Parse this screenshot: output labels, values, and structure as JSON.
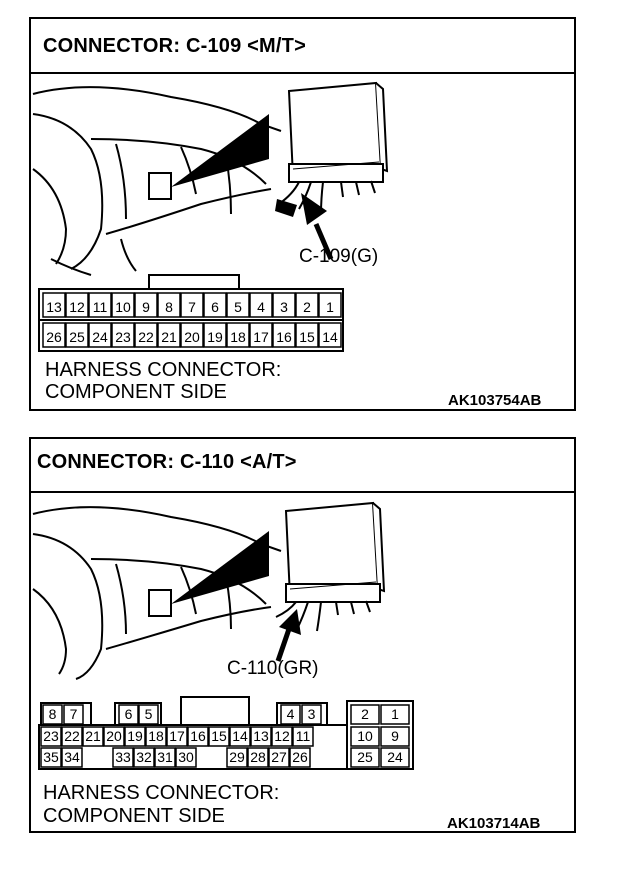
{
  "panels": [
    {
      "title": "CONNECTOR: C-109 <M/T>",
      "callout": "C-109(G)",
      "harness_line1": "HARNESS CONNECTOR:",
      "harness_line2": "COMPONENT SIDE",
      "code": "AK103754AB",
      "pins_top": [
        "13",
        "12",
        "11",
        "10",
        "9",
        "8",
        "7",
        "6",
        "5",
        "4",
        "3",
        "2",
        "1"
      ],
      "pins_bottom": [
        "26",
        "25",
        "24",
        "23",
        "22",
        "21",
        "20",
        "19",
        "18",
        "17",
        "16",
        "15",
        "14"
      ]
    },
    {
      "title": "CONNECTOR: C-110 <A/T>",
      "callout": "C-110(GR)",
      "harness_line1": "HARNESS CONNECTOR:",
      "harness_line2": "COMPONENT SIDE",
      "code": "AK103714AB",
      "pins_row1": [
        "8",
        "7",
        "6",
        "5",
        "4",
        "3",
        "2",
        "1"
      ],
      "pins_row2": [
        "23",
        "22",
        "21",
        "20",
        "19",
        "18",
        "17",
        "16",
        "15",
        "14",
        "13",
        "12",
        "11",
        "10",
        "9"
      ],
      "pins_row3": [
        "35",
        "34",
        "33",
        "32",
        "31",
        "30",
        "29",
        "28",
        "27",
        "26",
        "25",
        "24"
      ]
    }
  ]
}
